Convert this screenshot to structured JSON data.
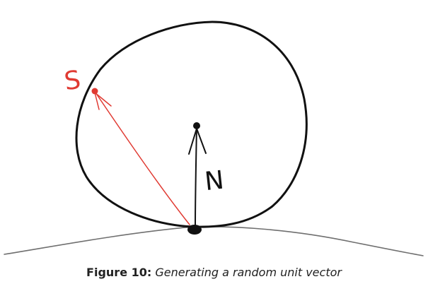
{
  "diagram": {
    "labels": {
      "sample_point": "S",
      "normal": "N"
    },
    "colors": {
      "ink": "#111111",
      "ground": "#6f6f6f",
      "sample": "#e03a32"
    }
  },
  "caption": {
    "label": "Figure 10:",
    "text": "Generating a random unit vector"
  }
}
